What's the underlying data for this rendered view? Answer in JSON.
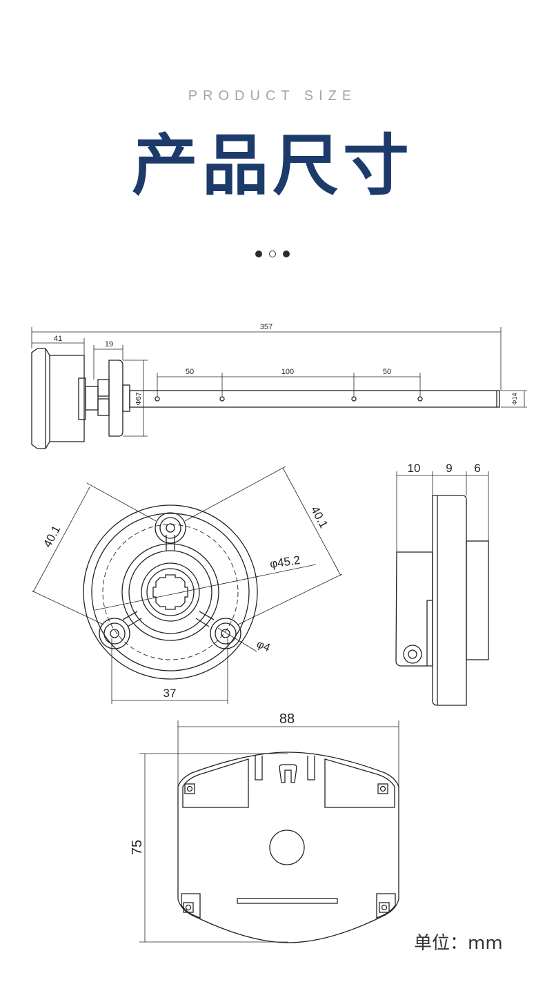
{
  "header": {
    "eyebrow": "PRODUCT SIZE",
    "title": "产品尺寸"
  },
  "side_view": {
    "overall_length": "357",
    "head_width": "41",
    "flange_width": "19",
    "flange_diameter": "Φ57",
    "rod_diameter": "Φ14",
    "hole_spacing": [
      "50",
      "100",
      "50"
    ]
  },
  "front_view": {
    "mounting_distance_left": "40.1",
    "mounting_distance_right": "40.1",
    "bolt_circle": "φ45.2",
    "hole_diameter": "φ4",
    "hole_span": "37"
  },
  "profile_view": {
    "segments": [
      "10",
      "9",
      "6"
    ]
  },
  "bottom_view": {
    "width": "88",
    "height": "75"
  },
  "unit_label": "单位：mm",
  "colors": {
    "title": "#1c3b6b",
    "eyebrow": "#a4a4a4",
    "line": "#222222"
  }
}
